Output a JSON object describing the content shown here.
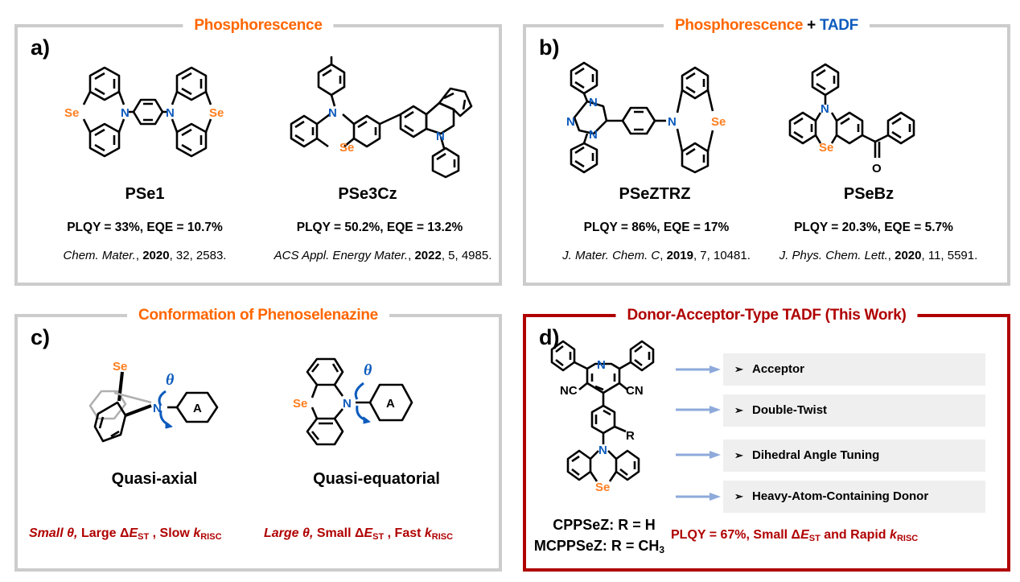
{
  "colors": {
    "phosphorescence": "#ff6600",
    "tadf": "#0d5bbd",
    "highlight_red": "#b00000",
    "panel_border": "#cccccc",
    "selenium": "#ff7f20",
    "nitrogen": "#0d5bbd",
    "arrow": "#8eaadb",
    "feature_bg": "#efefef"
  },
  "panels": {
    "a": {
      "letter": "a)",
      "title": "Phosphorescence",
      "molecules": [
        {
          "name": "PSe1",
          "metrics": "PLQY = 33%, EQE = 10.7%",
          "ref": {
            "journal": "Chem. Mater.",
            "year": "2020",
            "rest": ", 32, 2583."
          }
        },
        {
          "name": "PSe3Cz",
          "metrics": "PLQY = 50.2%, EQE = 13.2%",
          "ref": {
            "journal": "ACS Appl. Energy Mater.",
            "year": "2022",
            "rest": ", 5, 4985."
          }
        }
      ]
    },
    "b": {
      "letter": "b)",
      "title_part1": "Phosphorescence",
      "title_plus": " + ",
      "title_part2": "TADF",
      "molecules": [
        {
          "name": "PSeZTRZ",
          "metrics": "PLQY = 86%, EQE = 17%",
          "ref": {
            "journal": "J. Mater. Chem. C",
            "year": "2019",
            "rest": ", 7, 10481."
          }
        },
        {
          "name": "PSeBz",
          "metrics": "PLQY = 20.3%, EQE = 5.7%",
          "ref": {
            "journal": "J. Phys. Chem. Lett.",
            "year": "2020",
            "rest": ", 11, 5591."
          }
        }
      ]
    },
    "c": {
      "letter": "c)",
      "title": "Conformation of Phenoselenazine",
      "conformers": [
        {
          "name": "Quasi-axial",
          "desc": {
            "theta": "Small θ,",
            "est_adj": " Large Δ",
            "E": "E",
            "ST": "ST",
            "rate_adj": " , Slow ",
            "k": "k",
            "RISC": "RISC"
          }
        },
        {
          "name": "Quasi-equatorial",
          "desc": {
            "theta": "Large θ,",
            "est_adj": " Small Δ",
            "E": "E",
            "ST": "ST",
            "rate_adj": " , Fast ",
            "k": "k",
            "RISC": "RISC"
          }
        }
      ],
      "ring_label": "A",
      "angle_symbol": "θ"
    },
    "d": {
      "letter": "d)",
      "title": "Donor-Acceptor-Type TADF (This Work)",
      "features": [
        {
          "bullet": "➢",
          "label": "Acceptor"
        },
        {
          "bullet": "➢",
          "label": "Double-Twist"
        },
        {
          "bullet": "➢",
          "label": "Dihedral Angle Tuning"
        },
        {
          "bullet": "➢",
          "label": "Heavy-Atom-Containing Donor"
        }
      ],
      "compounds": [
        {
          "label": "CPPSeZ: R = H",
          "sub": ""
        },
        {
          "label": "MCPPSeZ: R = CH",
          "sub": "3"
        }
      ],
      "summary": {
        "prefix": "PLQY = 67%, Small Δ",
        "E": "E",
        "ST": "ST",
        "mid": " and Rapid ",
        "k": "k",
        "RISC": "RISC"
      },
      "substituent_label": "R",
      "nc_left": "NC",
      "cn_right": "CN"
    }
  },
  "atoms": {
    "se": "Se",
    "n": "N",
    "o": "O"
  }
}
